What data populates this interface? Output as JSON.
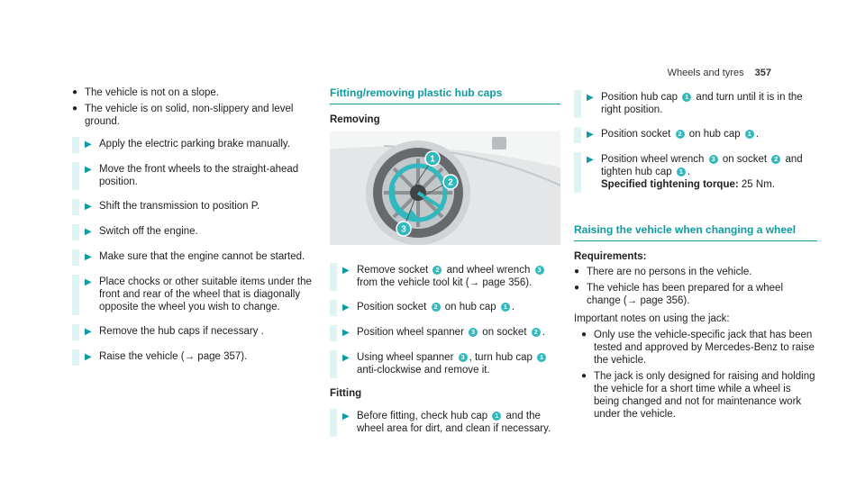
{
  "header": {
    "title": "Wheels and tyres",
    "page": "357"
  },
  "col1": {
    "bullets": [
      "The vehicle is not on a slope.",
      "The vehicle is on solid, non-slippery and level ground."
    ],
    "steps": [
      "Apply the electric parking brake manually.",
      "Move the front wheels to the straight-ahead position.",
      "Shift the transmission to position P.",
      "Switch off the engine.",
      "Make sure that the engine cannot be started.",
      "Place chocks or other suitable items under the front and rear of the wheel that is diagonally opposite the wheel you wish to change.",
      "Remove the hub caps if necessary .",
      "Raise the vehicle (→ page 357)."
    ]
  },
  "col2": {
    "title": "Fitting/removing plastic hub caps",
    "removing_label": "Removing",
    "callouts": [
      "1",
      "2",
      "3"
    ],
    "removing_steps": [
      {
        "a": "Remove socket ",
        "n1": "2",
        "b": " and wheel wrench ",
        "n2": "3",
        "c": " from the vehicle tool kit (→ page 356)."
      },
      {
        "a": "Position socket ",
        "n1": "2",
        "b": " on hub cap ",
        "n2": "1",
        "c": "."
      },
      {
        "a": "Position wheel spanner ",
        "n1": "3",
        "b": " on socket ",
        "n2": "2",
        "c": "."
      },
      {
        "a": "Using wheel spanner ",
        "n1": "3",
        "b": ", turn hub cap ",
        "n2": "1",
        "c": " anti-clockwise and remove it."
      }
    ],
    "fitting_label": "Fitting",
    "fitting_step": {
      "a": "Before fitting, check hub cap ",
      "n1": "1",
      "b": " and the wheel area for dirt, and clean if necessary."
    }
  },
  "col3": {
    "steps": [
      {
        "a": "Position hub cap ",
        "n1": "1",
        "b": " and turn until it is in the right position."
      },
      {
        "a": "Position socket ",
        "n1": "2",
        "b": " on hub cap ",
        "n2": "1",
        "c": "."
      },
      {
        "a": "Position wheel wrench ",
        "n1": "3",
        "b": " on socket ",
        "n2": "2",
        "c": " and tighten hub cap ",
        "n3": "1",
        "d": "."
      }
    ],
    "torque_label": "Specified tightening torque:",
    "torque_value": " 25 Nm.",
    "section2_title": "Raising the vehicle when changing a wheel",
    "requirements_label": "Requirements:",
    "requirements": [
      "There are no persons in the vehicle.",
      "The vehicle has been prepared for a wheel change (→ page 356)."
    ],
    "notes_intro": "Important notes on using the jack:",
    "notes": [
      "Only use the vehicle-specific jack that has been tested and approved by Mercedes-Benz to raise the vehicle.",
      "The jack is only designed for raising and holding the vehicle for a short time while a wheel is being changed and not for maintenance work under the vehicle."
    ]
  }
}
